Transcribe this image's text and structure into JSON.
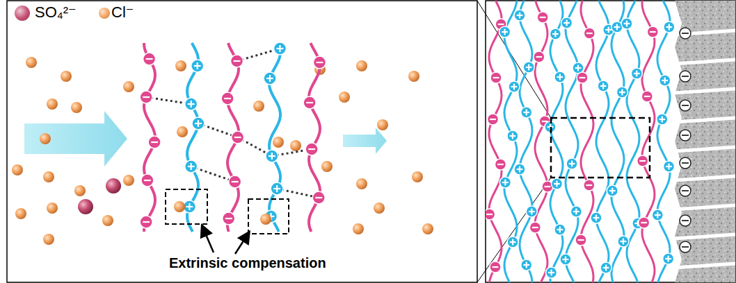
{
  "diagram": {
    "labels": [
      "Extrinsic compensation"
    ],
    "legend": [
      {
        "text": "SO₄²⁻",
        "color": "#c44d72"
      },
      {
        "text": "Cl⁻",
        "color": "#f2a25e"
      }
    ]
  }
}
